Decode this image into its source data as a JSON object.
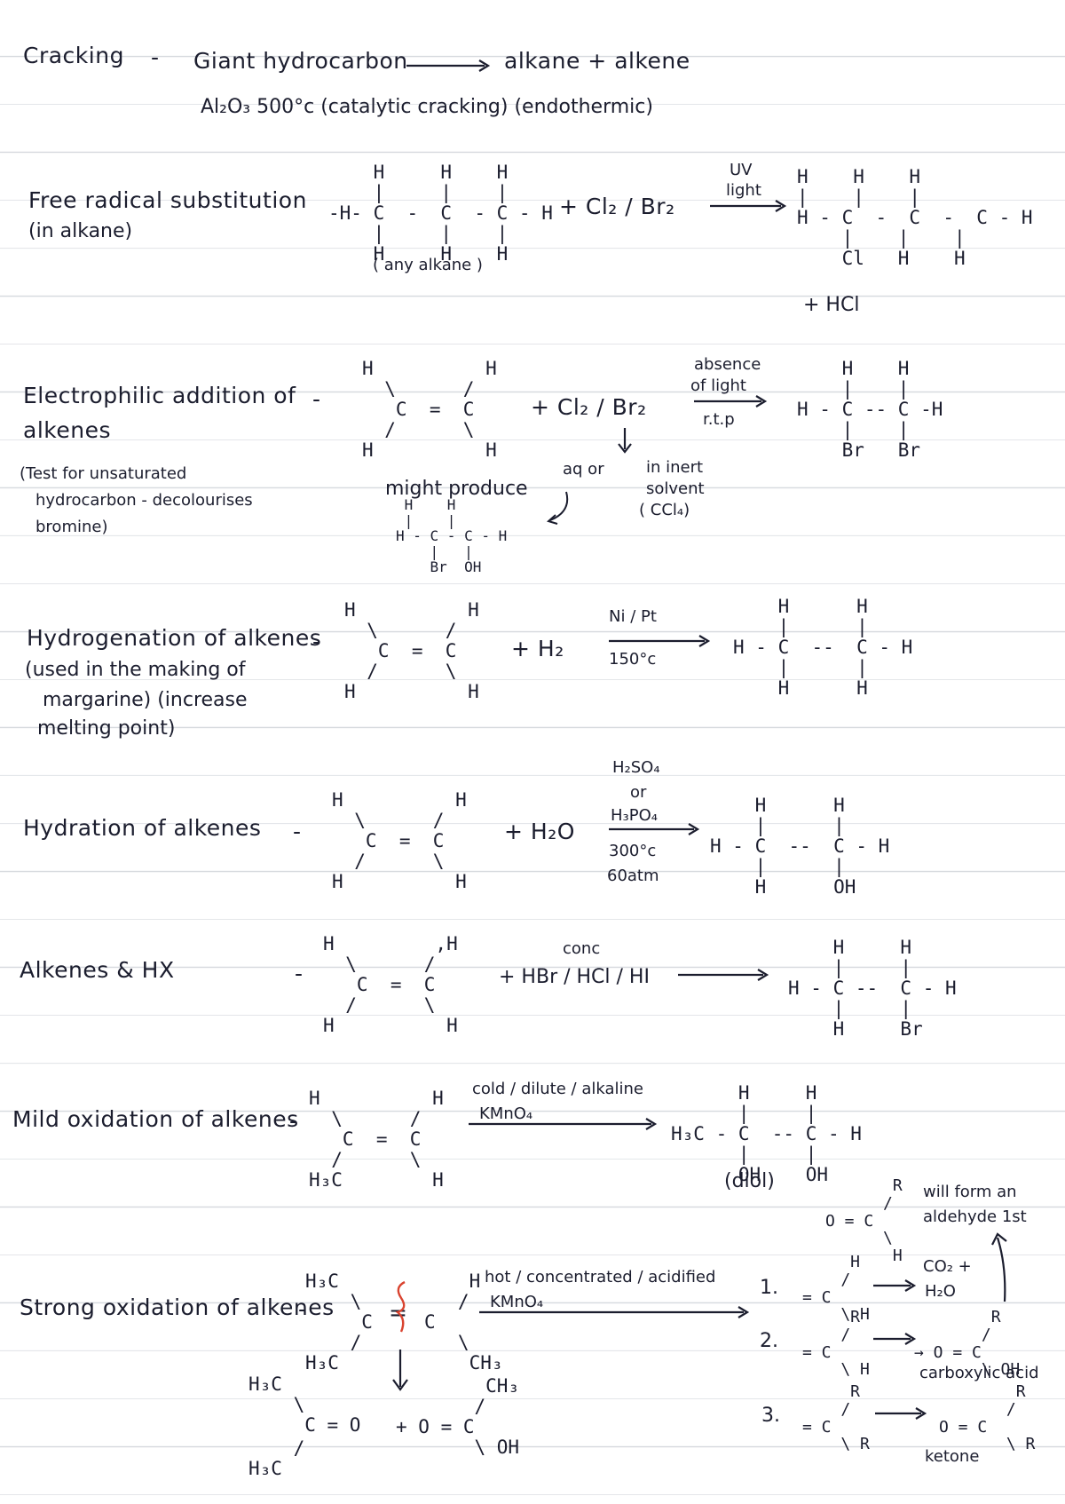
{
  "sections": [
    {
      "title": "Cracking",
      "dash": "-",
      "equation": "Giant hydrocarbon",
      "products": "alkane + alkene",
      "conditions": "Al₂O₃ 500°c (catalytic cracking) (endothermic)"
    },
    {
      "title": "Free radical substitution",
      "subtitle": "(in alkane)",
      "dash": "-",
      "reactant_label": "( any alkane )",
      "reagent": "+ Cl₂ / Br₂",
      "arrow_top": "UV",
      "arrow_mid": "light",
      "byproduct": "+ HCl"
    },
    {
      "title": "Electrophilic addition of",
      "title2": "alkenes",
      "dash": "-",
      "note1": "(Test for unsaturated",
      "note2": "hydrocarbon - decolourises",
      "note3": "bromine)",
      "reagent": "+ Cl₂ / Br₂",
      "arrow_top": "absence",
      "arrow_mid": "of light",
      "arrow_bottom": "r.t.p",
      "aq_or": "aq or",
      "inert1": "in inert",
      "inert2": "solvent",
      "inert3": "( CCl₄)",
      "might": "might produce"
    },
    {
      "title": "Hydrogenation of alkenes",
      "note1": "(used in the making of",
      "note2": "margarine) (increase",
      "note3": "melting point)",
      "dash": "-",
      "reagent": "+ H₂",
      "arrow_top": "Ni / Pt",
      "arrow_bottom": "150°c"
    },
    {
      "title": "Hydration of alkenes",
      "dash": "-",
      "reagent": "+ H₂O",
      "c1": "H₂SO₄",
      "c2": "or",
      "c3": "H₃PO₄",
      "c4": "300°c",
      "c5": "60atm"
    },
    {
      "title": "Alkenes & HX",
      "dash": "-",
      "conc": "conc",
      "reagent": "+ HBr / HCl / HI"
    },
    {
      "title": "Mild oxidation of alkenes",
      "dash": "-",
      "arrow_top": "cold / dilute / alkaline",
      "arrow_mid": "KMnO₄",
      "diol": "(diol)"
    },
    {
      "title": "Strong oxidation of alkenes",
      "dash": "-",
      "arrow_top": "hot / concentrated / acidified",
      "arrow_mid": "KMnO₄",
      "n1": "1.",
      "n2": "2.",
      "n3": "3.",
      "co2_1": "CO₂ +",
      "co2_2": "H₂O",
      "will1": "will form an",
      "will2": "aldehyde 1st",
      "carboxylic": "carboxylic acid",
      "ketone": "ketone"
    }
  ],
  "molecules": {
    "frs_reactant": "    H     H    H\n    |     |    |\n-H- C  -  C  - C - H\n    |     |    |\n    H     H    H",
    "frs_product": "H    H    H\n|    |    |\nH - C  -  C  -  C - H\n    |    |    |\n    Cl   H    H",
    "ea_alkene": "H          H\n  \\      /\n   C  =  C\n  /      \\\nH          H",
    "ea_product": "    H    H\n    |    |\nH - C -- C -H\n    |    |\n    Br   Br",
    "ea_might": " H    H\n |    |\nH - C - C - H\n    |   |\n    Br  OH",
    "hyd_alkene": "H          H\n  \\      /\n   C  =  C\n  /      \\\nH          H",
    "hyd_product": "    H      H\n    |      |\nH - C  --  C - H\n    |      |\n    H      H",
    "hydr_alkene": "H          H\n  \\      /\n   C  =  C\n  /      \\\nH          H",
    "hydr_product": "    H      H\n    |      |\nH - C  --  C - H\n    |      |\n    H      OH",
    "hx_alkene": "H         ,H\n  \\      /\n   C  =  C\n  /      \\\nH          H",
    "hx_product": "    H     H\n    |     |\nH - C --  C - H\n    |     |\n    H     Br",
    "mild_alkene": "H          H\n  \\      /\n   C  =  C\n  /      \\\nH₃C        H",
    "mild_product": "      H     H\n      |     |\nH₃C - C  -- C - H\n      |     |\n      OH    OH",
    "strong_alkene_left": "H₃C\n    \\\n     C\n    /\nH₃C",
    "strong_alkene_right": "    H\n   /\nC\n   \\\n    CH₃",
    "strong_prod_left": "H₃C\n    \\\n     C = O",
    "strong_prod_left2": "    /\nH₃C",
    "strong_prod_right": "        CH₃\n       /\n+ O = C\n       \\ OH",
    "aldehyde": "       R\n      /\nO = C\n      \\\n       H",
    "r1": "     H\n    /\n= C\n    \\ H",
    "r2": "     R\n    /\n= C\n    \\ H",
    "r2p": "        R\n       /\n→ O = C\n       \\ OH",
    "r3": "     R\n    /\n= C\n    \\ R",
    "r3p": "        R\n       /\nO = C\n       \\ R"
  }
}
